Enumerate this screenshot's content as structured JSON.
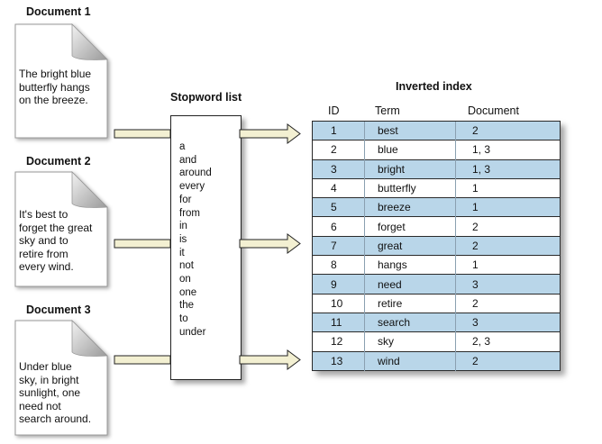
{
  "documents": [
    {
      "title": "Document 1",
      "text": "The bright blue\nbutterfly hangs\non the breeze."
    },
    {
      "title": "Document 2",
      "text": "It's best to\nforget the great\nsky and to\nretire from\nevery wind."
    },
    {
      "title": "Document 3",
      "text": "Under blue\nsky, in bright\nsunlight, one\nneed not\nsearch around."
    }
  ],
  "stopword_list": {
    "title": "Stopword list",
    "words": [
      "a",
      "and",
      "around",
      "every",
      "for",
      "from",
      "in",
      "is",
      "it",
      "not",
      "on",
      "one",
      "the",
      "to",
      "under"
    ]
  },
  "inverted_index": {
    "title": "Inverted index",
    "headers": [
      "ID",
      "Term",
      "Document"
    ],
    "rows": [
      [
        "1",
        "best",
        "2"
      ],
      [
        "2",
        "blue",
        "1, 3"
      ],
      [
        "3",
        "bright",
        "1, 3"
      ],
      [
        "4",
        "butterfly",
        "1"
      ],
      [
        "5",
        "breeze",
        "1"
      ],
      [
        "6",
        "forget",
        "2"
      ],
      [
        "7",
        "great",
        "2"
      ],
      [
        "8",
        "hangs",
        "1"
      ],
      [
        "9",
        "need",
        "3"
      ],
      [
        "10",
        "retire",
        "2"
      ],
      [
        "11",
        "search",
        "3"
      ],
      [
        "12",
        "sky",
        "2, 3"
      ],
      [
        "13",
        "wind",
        "2"
      ]
    ],
    "shade_color": "#b9d6e9"
  },
  "arrow_color": "#f3f0d2"
}
